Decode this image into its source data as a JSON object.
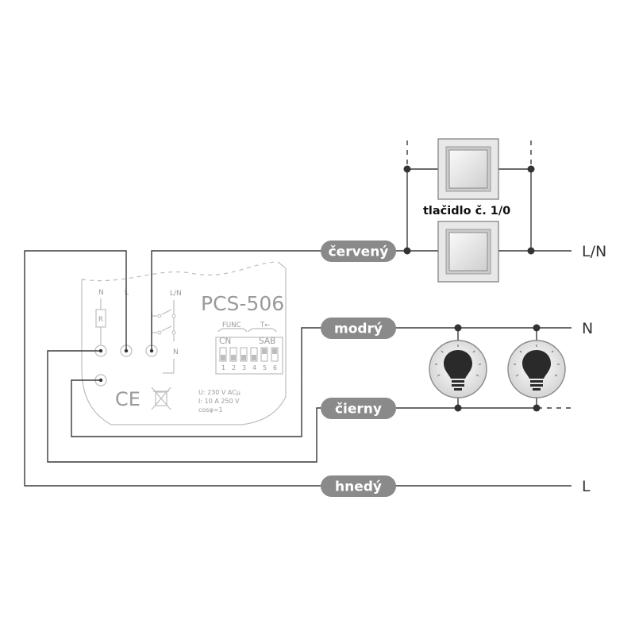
{
  "device": {
    "model": "PCS-506",
    "terminal_top_n": "N",
    "terminal_top_l": "L",
    "terminal_top_ln": "L/N",
    "terminal_right_n": "N",
    "resistor_label": "R",
    "func_label": "FUNC",
    "t_label": "T←",
    "cn_label": "CN",
    "sab_label": "SAB",
    "dip_numbers": [
      "1",
      "2",
      "3",
      "4",
      "5",
      "6"
    ],
    "ce_mark": "CE",
    "spec_voltage": "U: 230 V ACµ",
    "spec_current": "I: 10 A 250 V",
    "spec_cos": "cosφ=1"
  },
  "wires": {
    "red": "červený",
    "blue": "modrý",
    "black": "čierny",
    "brown": "hnedý"
  },
  "terminals": {
    "ln": "L/N",
    "n": "N",
    "l": "L"
  },
  "push_button_caption": "tlačidlo č. 1/0",
  "colors": {
    "pill": "#8a8a8a",
    "wire": "#3a3a3a",
    "device_outline": "#bdbdbd"
  }
}
